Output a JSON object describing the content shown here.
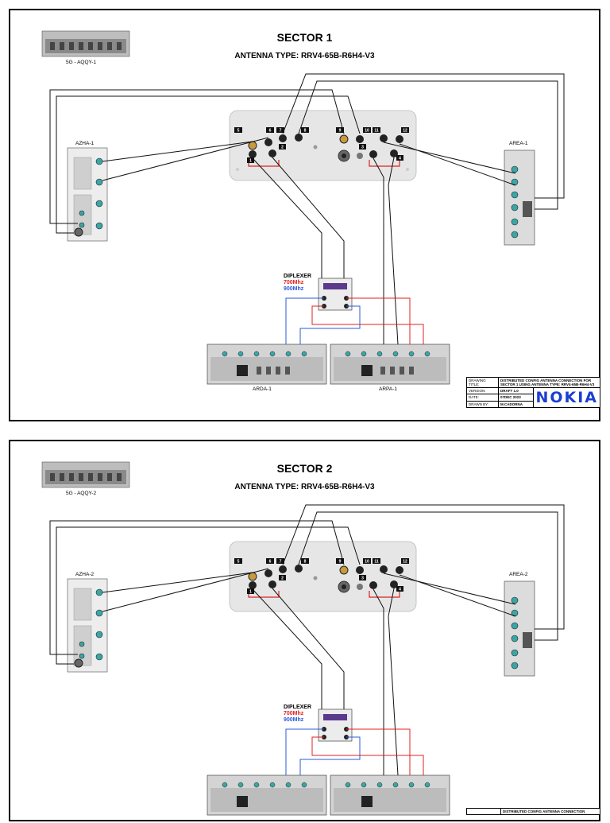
{
  "sectors": [
    {
      "title": "SECTOR 1",
      "antenna_type": "ANTENNA TYPE: RRV4-65B-R6H4-V3",
      "aqqy": "5G - AQQY-1",
      "azha": "AZHA-1",
      "area": "AREA-1",
      "arda": "ARDA-1",
      "arpa": "ARPA-1",
      "diplexer": {
        "label": "DIPLEXER",
        "band_700": "700Mhz",
        "band_900": "900Mhz"
      }
    },
    {
      "title": "SECTOR 2",
      "antenna_type": "ANTENNA TYPE: RRV4-65B-R6H4-V3",
      "aqqy": "5G - AQQY-2",
      "azha": "AZHA-2",
      "area": "AREA-2",
      "arda": "",
      "arpa": "",
      "diplexer": {
        "label": "DIPLEXER",
        "band_700": "700Mhz",
        "band_900": "900Mhz"
      }
    }
  ],
  "antenna_ports": [
    "1",
    "2",
    "3",
    "4",
    "5",
    "6",
    "7",
    "8",
    "9",
    "10",
    "11",
    "12"
  ],
  "title_block": {
    "drawing_title_label": "DRAWING TITLE:",
    "drawing_title": "DISTRIBUTED CONFIG ANTENNA CONNECTION FOR SECTOR 1 USING ANTENNA TYPE: RRV4-65B-R6H4-V3",
    "version_label": "VERSION:",
    "version": "DRAFT 1.0",
    "date_label": "DATE:",
    "date": "07DEC 2023",
    "drawn_by_label": "DRAWN BY:",
    "drawn_by": "M.CADORNA",
    "logo": "NOKIA"
  },
  "title_block_2": {
    "drawing_title": "DISTRIBUTED CONFIG ANTENNA CONNECTION"
  },
  "colors": {
    "red_cable": "#e02020",
    "blue_cable": "#2a5bd7",
    "nokia_blue": "#1a3fd1",
    "antenna_body": "#e6e6e6",
    "radio_body": "#d4d4d4"
  }
}
